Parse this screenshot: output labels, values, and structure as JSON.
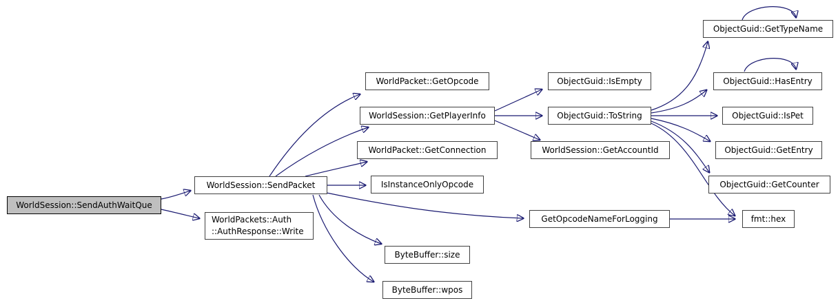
{
  "graph": {
    "colors": {
      "edge": "#191970",
      "node_border": "#404040",
      "node_fill": "#ffffff",
      "current_node_fill": "#bfbfbf",
      "text": "#000000",
      "background": "#ffffff"
    },
    "nodes": [
      {
        "id": "send-auth-wait-que",
        "label": "WorldSession::SendAuthWaitQue",
        "current": true
      },
      {
        "id": "send-packet",
        "label": "WorldSession::SendPacket"
      },
      {
        "id": "auth-response-write",
        "label_line1": "WorldPackets::Auth",
        "label_line2": "::AuthResponse::Write"
      },
      {
        "id": "get-opcode",
        "label": "WorldPacket::GetOpcode"
      },
      {
        "id": "get-player-info",
        "label": "WorldSession::GetPlayerInfo"
      },
      {
        "id": "get-connection",
        "label": "WorldPacket::GetConnection"
      },
      {
        "id": "is-instance-only-opcode",
        "label": "IsInstanceOnlyOpcode"
      },
      {
        "id": "bytebuffer-size",
        "label": "ByteBuffer::size"
      },
      {
        "id": "bytebuffer-wpos",
        "label": "ByteBuffer::wpos"
      },
      {
        "id": "get-opcode-name-for-logging",
        "label": "GetOpcodeNameForLogging"
      },
      {
        "id": "is-empty",
        "label": "ObjectGuid::IsEmpty"
      },
      {
        "id": "to-string",
        "label": "ObjectGuid::ToString"
      },
      {
        "id": "get-account-id",
        "label": "WorldSession::GetAccountId"
      },
      {
        "id": "get-type-name",
        "label": "ObjectGuid::GetTypeName"
      },
      {
        "id": "has-entry",
        "label": "ObjectGuid::HasEntry"
      },
      {
        "id": "is-pet",
        "label": "ObjectGuid::IsPet"
      },
      {
        "id": "get-entry",
        "label": "ObjectGuid::GetEntry"
      },
      {
        "id": "get-counter",
        "label": "ObjectGuid::GetCounter"
      },
      {
        "id": "fmt-hex",
        "label": "fmt::hex"
      }
    ],
    "edges": [
      {
        "from": "send-auth-wait-que",
        "to": "send-packet"
      },
      {
        "from": "send-auth-wait-que",
        "to": "auth-response-write"
      },
      {
        "from": "send-packet",
        "to": "get-opcode"
      },
      {
        "from": "send-packet",
        "to": "get-player-info"
      },
      {
        "from": "send-packet",
        "to": "get-connection"
      },
      {
        "from": "send-packet",
        "to": "is-instance-only-opcode"
      },
      {
        "from": "send-packet",
        "to": "get-opcode-name-for-logging"
      },
      {
        "from": "send-packet",
        "to": "bytebuffer-size"
      },
      {
        "from": "send-packet",
        "to": "bytebuffer-wpos"
      },
      {
        "from": "get-player-info",
        "to": "is-empty"
      },
      {
        "from": "get-player-info",
        "to": "to-string"
      },
      {
        "from": "get-player-info",
        "to": "get-account-id"
      },
      {
        "from": "to-string",
        "to": "get-type-name"
      },
      {
        "from": "to-string",
        "to": "has-entry"
      },
      {
        "from": "to-string",
        "to": "is-pet"
      },
      {
        "from": "to-string",
        "to": "get-entry"
      },
      {
        "from": "to-string",
        "to": "get-counter"
      },
      {
        "from": "to-string",
        "to": "fmt-hex"
      },
      {
        "from": "get-opcode-name-for-logging",
        "to": "fmt-hex"
      },
      {
        "from": "get-type-name",
        "to": "get-type-name"
      },
      {
        "from": "has-entry",
        "to": "has-entry"
      }
    ]
  }
}
